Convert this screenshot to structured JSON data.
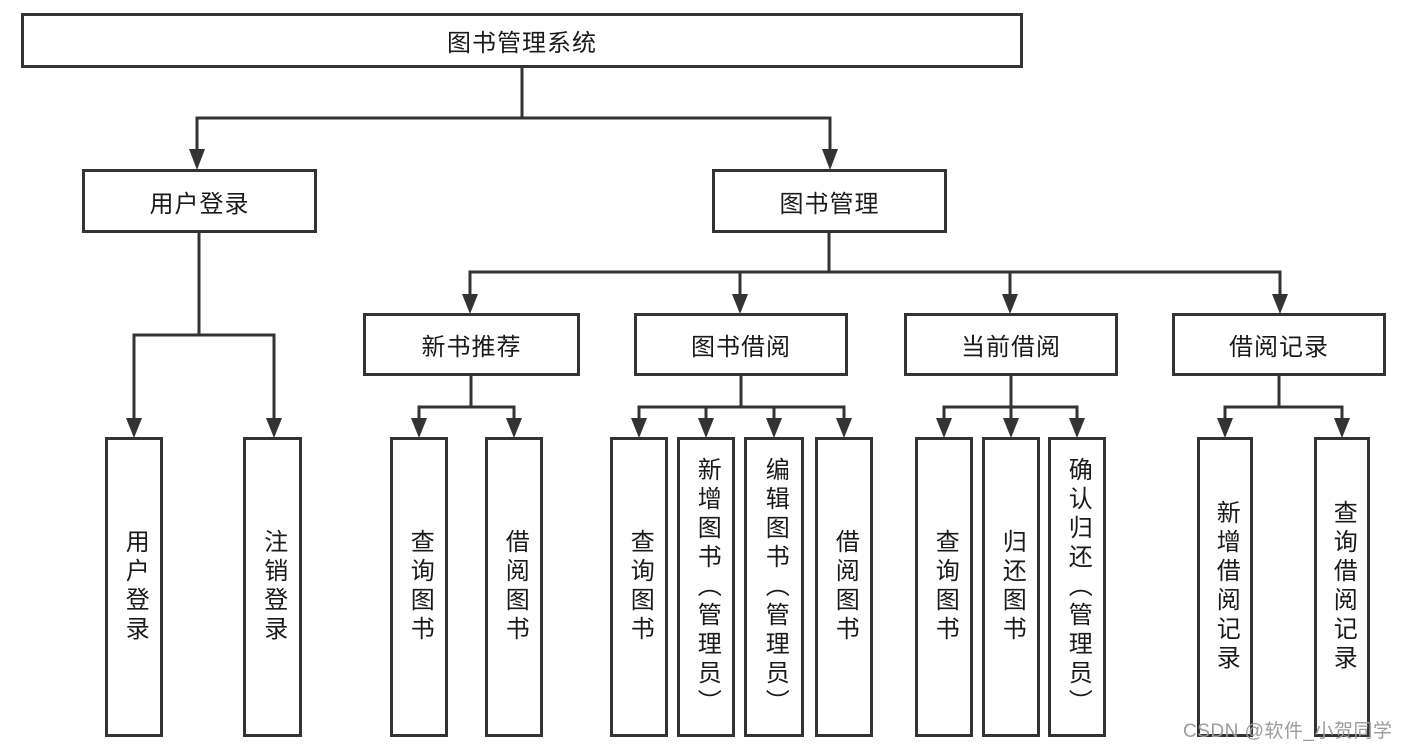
{
  "diagram": {
    "root": {
      "label": "图书管理系统"
    },
    "level2": [
      {
        "label": "用户登录"
      },
      {
        "label": "图书管理"
      }
    ],
    "user_login_children": [
      {
        "label": "用户登录"
      },
      {
        "label": "注销登录"
      }
    ],
    "book_management_sections": [
      {
        "label": "新书推荐",
        "children": [
          {
            "label": "查询图书"
          },
          {
            "label": "借阅图书"
          }
        ]
      },
      {
        "label": "图书借阅",
        "children": [
          {
            "label": "查询图书"
          },
          {
            "label": "新增图书（管理员）"
          },
          {
            "label": "编辑图书（管理员）"
          },
          {
            "label": "借阅图书"
          }
        ]
      },
      {
        "label": "当前借阅",
        "children": [
          {
            "label": "查询图书"
          },
          {
            "label": "归还图书"
          },
          {
            "label": "确认归还（管理员）"
          }
        ]
      },
      {
        "label": "借阅记录",
        "children": [
          {
            "label": "新增借阅记录"
          },
          {
            "label": "查询借阅记录"
          }
        ]
      }
    ]
  },
  "watermark": {
    "text": "CSDN @软件_小贺同学"
  },
  "colors": {
    "line": "#333333",
    "border": "#333333",
    "background": "#ffffff",
    "text": "#1a1a1a",
    "watermark": "#9c9c9c"
  }
}
